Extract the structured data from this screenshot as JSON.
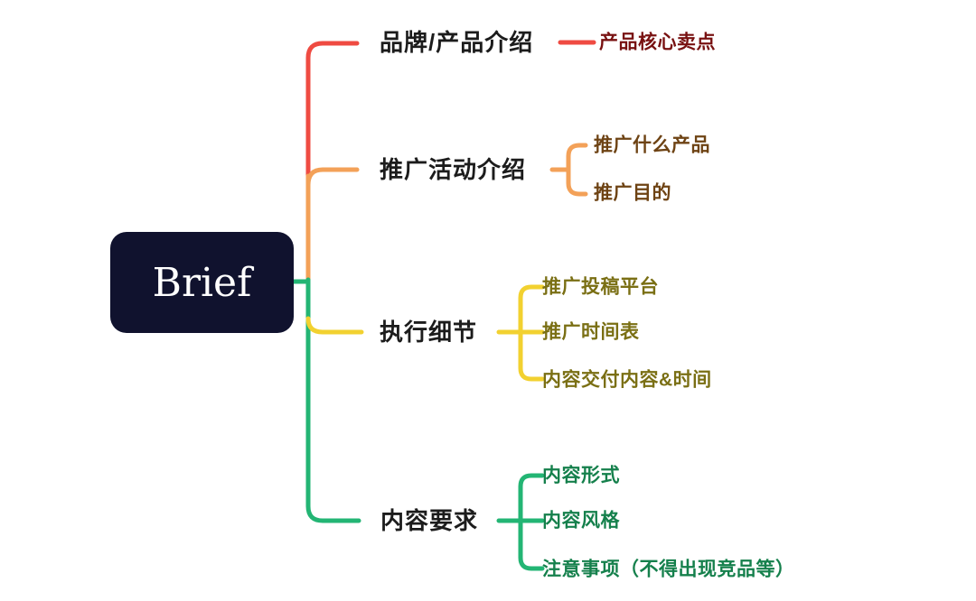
{
  "root": {
    "label": "Brief"
  },
  "colors": {
    "red_line": "#ef4b42",
    "orange_line": "#f3a158",
    "yellow_line": "#f2d130",
    "green_line": "#23b574",
    "red_text": "#781111",
    "orange_text": "#6e4314",
    "yellow_text": "#7a6f14",
    "green_text": "#15804c",
    "root_bg": "#10122e",
    "root_text": "#ffffff",
    "parent_text": "#1c1c1c"
  },
  "branches": [
    {
      "label": "品牌/产品介绍",
      "children": [
        {
          "label": "产品核心卖点"
        }
      ]
    },
    {
      "label": "推广活动介绍",
      "children": [
        {
          "label": "推广什么产品"
        },
        {
          "label": "推广目的"
        }
      ]
    },
    {
      "label": "执行细节",
      "children": [
        {
          "label": "推广投稿平台"
        },
        {
          "label": "推广时间表"
        },
        {
          "label": "内容交付内容&时间"
        }
      ]
    },
    {
      "label": "内容要求",
      "children": [
        {
          "label": "内容形式"
        },
        {
          "label": "内容风格"
        },
        {
          "label": "注意事项（不得出现竞品等）"
        }
      ]
    }
  ]
}
